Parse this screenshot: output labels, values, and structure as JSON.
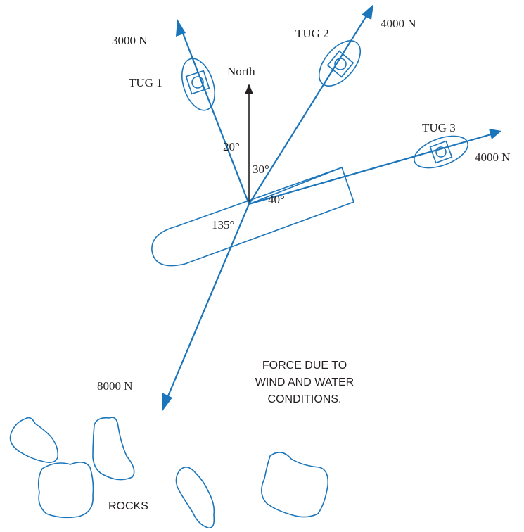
{
  "tugs": {
    "tug1": {
      "label": "TUG 1",
      "force": "3000 N",
      "angle": "20°"
    },
    "tug2": {
      "label": "TUG 2",
      "force": "4000 N",
      "angle": "30°"
    },
    "tug3": {
      "label": "TUG 3",
      "force": "4000 N",
      "angle": "40°"
    }
  },
  "north": {
    "label": "North"
  },
  "wind_water": {
    "force": "8000 N",
    "angle": "135°",
    "caption_lines": [
      "FORCE DUE TO",
      "WIND AND WATER",
      "CONDITIONS."
    ]
  },
  "rocks": {
    "label": "ROCKS"
  },
  "colors": {
    "force": "#1b75bb",
    "text": "#231f20"
  }
}
